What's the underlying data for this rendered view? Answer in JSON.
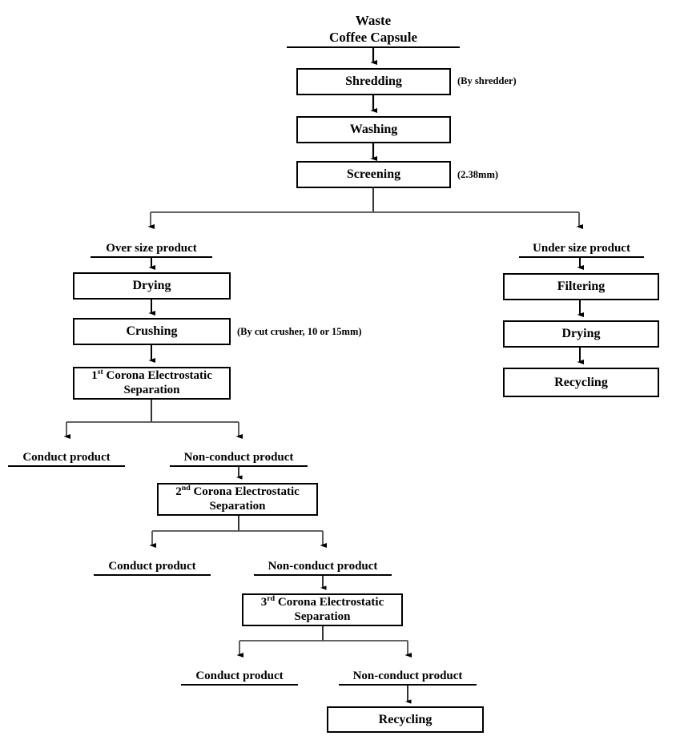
{
  "diagram": {
    "title_line1": "Waste",
    "title_line2": "Coffee Capsule",
    "nodes": {
      "shredding": "Shredding",
      "washing": "Washing",
      "screening": "Screening",
      "over_size": "Over size product",
      "under_size": "Under size product",
      "drying_left": "Drying",
      "crushing": "Crushing",
      "corona1_sup": "st",
      "corona1_num": "1",
      "corona1_line1_rest": " Corona Electrostatic",
      "corona1_line2": "Separation",
      "corona2_num": "2",
      "corona2_sup": "nd",
      "corona2_line1_rest": " Corona Electrostatic",
      "corona2_line2": "Separation",
      "corona3_num": "3",
      "corona3_sup": "rd",
      "corona3_line1_rest": " Corona Electrostatic",
      "corona3_line2": "Separation",
      "filtering": "Filtering",
      "drying_right": "Drying",
      "recycling_right": "Recycling",
      "recycling_bottom": "Recycling",
      "conduct1": "Conduct product",
      "nonconduct1": "Non-conduct product",
      "conduct2": "Conduct product",
      "nonconduct2": "Non-conduct product",
      "conduct3": "Conduct product",
      "nonconduct3": "Non-conduct product"
    },
    "annotations": {
      "shredder": "(By shredder)",
      "screen_size": "(2.38mm)",
      "crusher": "(By cut crusher, 10 or 15mm)"
    },
    "colors": {
      "stroke": "#000000",
      "connector": "#4d4d4d",
      "background": "#ffffff",
      "text": "#000000"
    }
  }
}
